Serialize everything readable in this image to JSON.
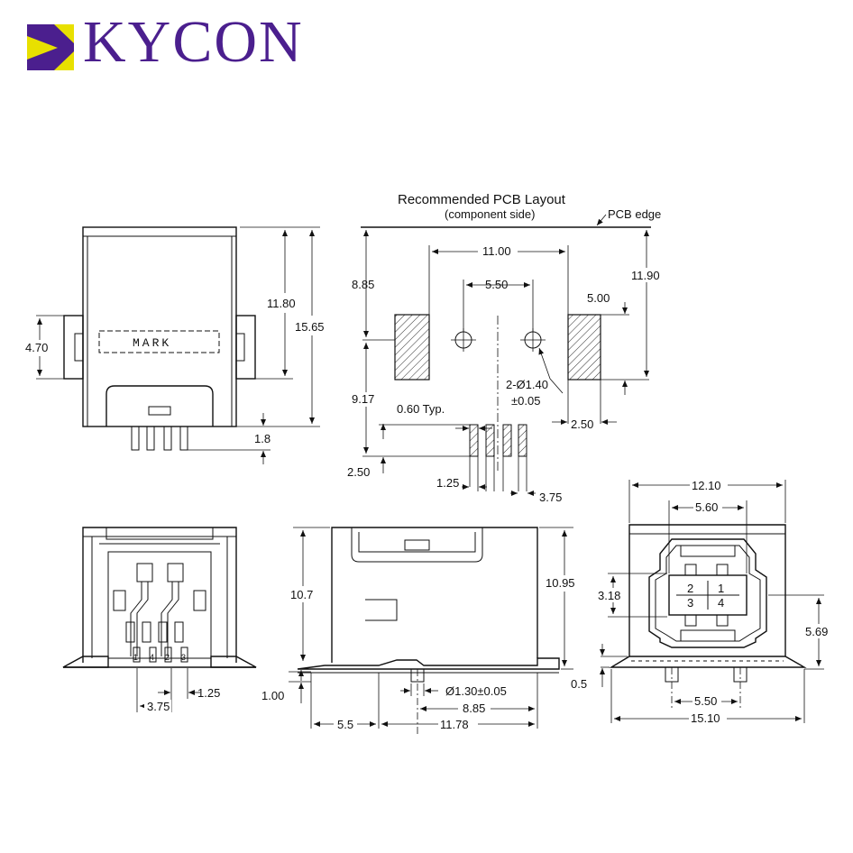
{
  "brand": {
    "name": "KYCON",
    "color": "#4b1f8e",
    "accent": "#e8e000"
  },
  "layout_view": {
    "title": "Recommended PCB Layout",
    "subtitle": "(component side)",
    "edge_label": "PCB edge"
  },
  "marking": "MARK",
  "pins": {
    "p1": "1",
    "p2": "2",
    "p3": "3",
    "p4": "4"
  },
  "dims": {
    "d1180": "11.80",
    "d1565": "15.65",
    "d470": "4.70",
    "d18": "1.8",
    "d1100": "11.00",
    "d550a": "5.50",
    "d1190": "11.90",
    "d885a": "8.85",
    "d500": "5.00",
    "d917": "9.17",
    "dhole": "2-Ø1.40",
    "dhole_tol": "±0.05",
    "d060": "0.60 Typ.",
    "d250a": "2.50",
    "d250b": "2.50",
    "d125a": "1.25",
    "d375a": "3.75",
    "d375b": "3.75",
    "d125b": "1.25",
    "d107": "10.7",
    "d1095": "10.95",
    "d100": "1.00",
    "dpost": "Ø1.30±0.05",
    "d885b": "8.85",
    "d55": "5.5",
    "d1178": "11.78",
    "d1210": "12.10",
    "d560": "5.60",
    "d318": "3.18",
    "d569": "5.69",
    "d05": "0.5",
    "d550b": "5.50",
    "d1510": "15.10"
  }
}
